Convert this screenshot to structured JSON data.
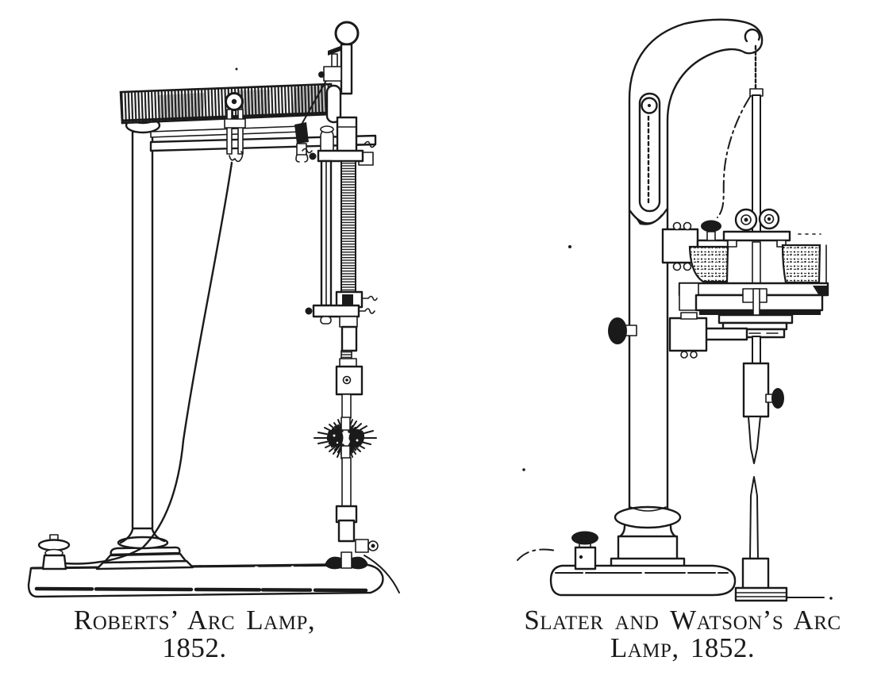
{
  "colors": {
    "ink": "#1a1a1a",
    "paper": "#ffffff"
  },
  "figures": [
    {
      "caption_line1": "Roberts’ Arc Lamp,",
      "caption_line2": "1852."
    },
    {
      "caption_line1": "Slater and Watson’s Arc",
      "caption_line2": "Lamp, 1852."
    }
  ]
}
